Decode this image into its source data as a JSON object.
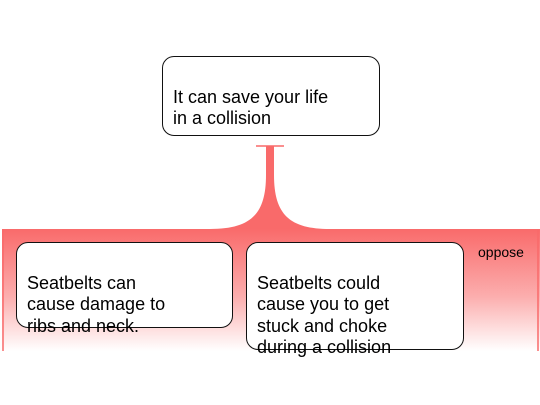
{
  "claim": {
    "text": "It can save your life\nin a collision"
  },
  "objection_group": {
    "label": "oppose",
    "color": "#f96a6a",
    "objections": [
      {
        "text": "Seatbelts can\ncause damage to\nribs and neck."
      },
      {
        "text": "Seatbelts could\ncause you to get\nstuck and choke\nduring a collision"
      }
    ]
  }
}
